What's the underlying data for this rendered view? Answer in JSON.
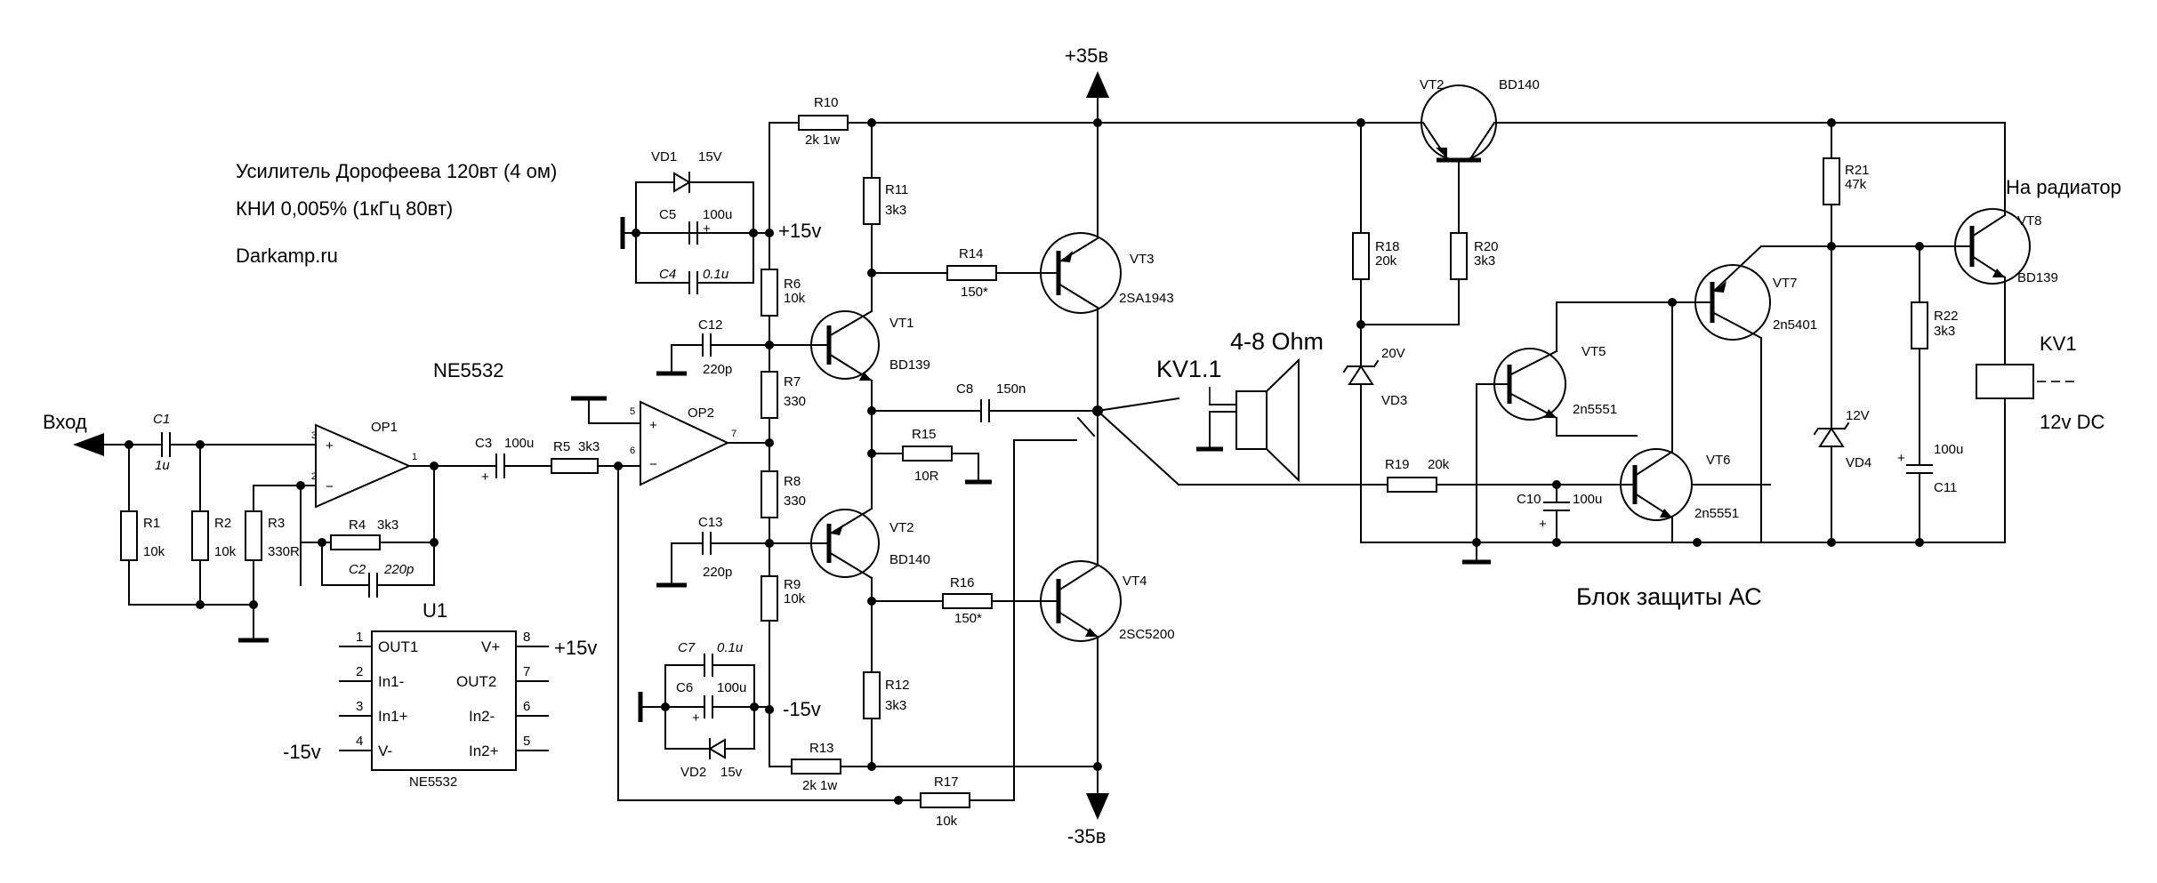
{
  "texts": {
    "title_line1": "Усилитель Дорофеева 120вт (4 ом)",
    "title_line2": "КНИ 0,005% (1кГц 80вт)",
    "site": "Darkamp.ru",
    "input": "Вход",
    "chip_name": "NE5532",
    "plus35": "+35в",
    "minus35": "-35в",
    "plus15_top": "+15v",
    "minus15_mid": "-15v",
    "ohm": "4-8 Ohm",
    "kv11": "KV1.1",
    "protection": "Блок защиты АС",
    "radiator": "На радиатор",
    "kv1": "KV1",
    "dc12": "12v DC",
    "u1_plus": "+15v",
    "u1_minus": "-15v"
  },
  "parts": {
    "C1": "C1",
    "C1v": "1u",
    "R1": "R1",
    "R1v": "10k",
    "R2": "R2",
    "R2v": "10k",
    "R3": "R3",
    "R3v": "330R",
    "OP1": "OP1",
    "R4": "R4",
    "R4v": "3k3",
    "C2": "C2",
    "C2v": "220p",
    "C3": "C3",
    "C3v": "100u",
    "R5": "R5",
    "R5v": "3k3",
    "OP2": "OP2",
    "VD1": "VD1",
    "VD1v": "15V",
    "C5": "C5",
    "C5v": "100u",
    "C4": "C4",
    "C4v": "0.1u",
    "R10": "R10",
    "R10v": "2k 1w",
    "R11": "R11",
    "R11v": "3k3",
    "R6": "R6",
    "R6v": "10k",
    "C12": "C12",
    "C12v": "220p",
    "VT1": "VT1",
    "VT1v": "BD139",
    "R7": "R7",
    "R7v": "330",
    "R14": "R14",
    "R14v": "150*",
    "VT3": "VT3",
    "VT3v": "2SA1943",
    "C8": "C8",
    "C8v": "150n",
    "R15": "R15",
    "R15v": "10R",
    "R8": "R8",
    "R8v": "330",
    "C13": "C13",
    "C13v": "220p",
    "VT2": "VT2",
    "VT2v": "BD140",
    "R9": "R9",
    "R9v": "10k",
    "R16": "R16",
    "R16v": "150*",
    "VT4": "VT4",
    "VT4v": "2SC5200",
    "C7": "C7",
    "C7v": "0.1u",
    "C6": "C6",
    "C6v": "100u",
    "VD2": "VD2",
    "VD2v": "15v",
    "R12": "R12",
    "R12v": "3k3",
    "R13": "R13",
    "R13v": "2k 1w",
    "R17": "R17",
    "R17v": "10k",
    "VT2p": "VT2",
    "VT2pv": "BD140",
    "R18": "R18",
    "R18v": "20k",
    "R20": "R20",
    "R20v": "3k3",
    "VD3": "VD3",
    "VD3v": "20V",
    "R19": "R19",
    "R19v": "20k",
    "C10": "C10",
    "C10v": "100u",
    "VT5": "VT5",
    "VT5v": "2n5551",
    "VT6": "VT6",
    "VT6v": "2n5551",
    "VT7": "VT7",
    "VT7v": "2n5401",
    "R21": "R21",
    "R21v": "47k",
    "VD4": "VD4",
    "VD4v": "12V",
    "R22": "R22",
    "R22v": "3k3",
    "C11": "C11",
    "C11v": "100u",
    "VT8": "VT8",
    "VT8v": "BD139"
  },
  "u1": {
    "ref": "U1",
    "name": "NE5532",
    "left_pins": [
      {
        "num": "1",
        "name": "OUT1"
      },
      {
        "num": "2",
        "name": "In1-"
      },
      {
        "num": "3",
        "name": "In1+"
      },
      {
        "num": "4",
        "name": "V-"
      }
    ],
    "right_pins": [
      {
        "num": "8",
        "name": "V+"
      },
      {
        "num": "7",
        "name": "OUT2"
      },
      {
        "num": "6",
        "name": "In2-"
      },
      {
        "num": "5",
        "name": "In2+"
      }
    ]
  },
  "op_pins": {
    "op1_in_plus": "3",
    "op1_in_minus": "2",
    "op1_out": "1",
    "op2_in_plus": "5",
    "op2_in_minus": "6",
    "op2_out": "7",
    "plus": "+",
    "minus": "−"
  },
  "polarity": "+"
}
